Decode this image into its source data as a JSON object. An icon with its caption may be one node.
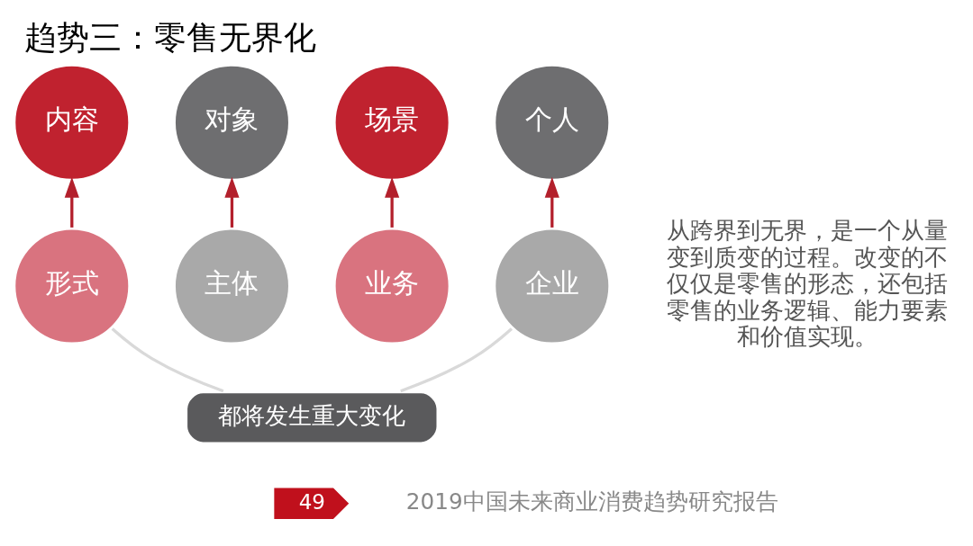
{
  "diagram": {
    "title": "趋势三：零售无界化",
    "nodes": [
      {
        "text": [
          "形式"
        ]
      },
      {
        "text": [
          "内容"
        ]
      },
      {
        "text": [
          "主体"
        ]
      },
      {
        "text": [
          "对象"
        ]
      },
      {
        "text": [
          "业务"
        ]
      },
      {
        "text": [
          "场景"
        ]
      },
      {
        "text": [
          "企业"
        ]
      },
      {
        "text": [
          "个人"
        ]
      },
      {
        "text": [
          "都将发生重大变化"
        ]
      },
      {
        "text": [
          "49"
        ]
      }
    ],
    "edges": [
      {
        "from": 0,
        "to": 1,
        "arrow": "to"
      },
      {
        "from": 2,
        "to": 3,
        "arrow": "to"
      },
      {
        "from": 4,
        "to": 5,
        "arrow": "to"
      },
      {
        "from": 6,
        "to": 7,
        "arrow": "to"
      },
      {
        "from": 0,
        "to": 8,
        "arrow": "none",
        "color": "#d9d9d9"
      },
      {
        "from": 8,
        "to": 6,
        "arrow": "none",
        "color": "#d9d9d9"
      }
    ],
    "labels": [
      "从跨界到无界，是一个从量变到质变的过程。改变的不仅仅是零售的形态，还包括零售的业务逻辑、能力要素和价值实现。",
      "2019中国未来商业消费趋势研究报告"
    ]
  }
}
